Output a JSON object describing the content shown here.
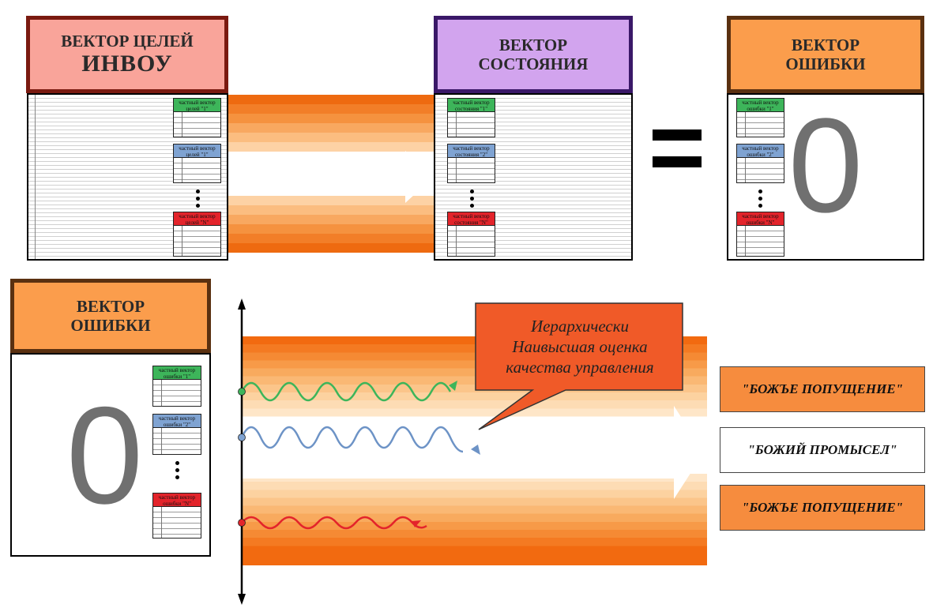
{
  "top": {
    "goals_title_line1": "ВЕКТОР ЦЕЛЕЙ",
    "goals_title_line2": "ИНВОУ",
    "state_title_line1": "ВЕКТОР",
    "state_title_line2": "СОСТОЯНИЯ",
    "error_title_line1": "ВЕКТОР",
    "error_title_line2": "ОШИБКИ",
    "goals_sub": [
      {
        "line1": "частный вектор",
        "line2": "целей \"1\""
      },
      {
        "line1": "частный вектор",
        "line2": "целей \"1\""
      },
      {
        "line1": "частный вектор",
        "line2": "целей \"N\""
      }
    ],
    "state_sub": [
      {
        "line1": "частный вектор",
        "line2": "состояния \"1\""
      },
      {
        "line1": "частный вектор",
        "line2": "состояния \"2\""
      },
      {
        "line1": "частный вектор",
        "line2": "состояния \"N\""
      }
    ],
    "error_sub": [
      {
        "line1": "частный вектор",
        "line2": "ошибки \"1\""
      },
      {
        "line1": "частный вектор",
        "line2": "ошибки \"2\""
      },
      {
        "line1": "частный вектор",
        "line2": "ошибки \"N\""
      }
    ],
    "zero": "0"
  },
  "bottom": {
    "error_title_line1": "ВЕКТОР",
    "error_title_line2": "ОШИБКИ",
    "error_sub": [
      {
        "line1": "частный вектор",
        "line2": "ошибки \"1\""
      },
      {
        "line1": "частный вектор",
        "line2": "ошибки \"2\""
      },
      {
        "line1": "частный вектор",
        "line2": "ошибки \"N\""
      }
    ],
    "zero": "0",
    "callout_line1": "Иерархически",
    "callout_line2": "Наивысшая оценка",
    "callout_line3": "качества управления",
    "label_top": "\"БОЖЪЕ ПОПУЩЕНИЕ\"",
    "label_middle": "\"БОЖИЙ ПРОМЫСЕЛ\"",
    "label_bottom": "\"БОЖЪЕ ПОПУЩЕНИЕ\""
  },
  "colors": {
    "goals_header": "#f9a49a",
    "state_header": "#d2a4ee",
    "error_header": "#fb9d4c",
    "green": "#3db55a",
    "blue": "#7fa3d2",
    "red": "#e3242b",
    "callout": "#f05a28"
  }
}
